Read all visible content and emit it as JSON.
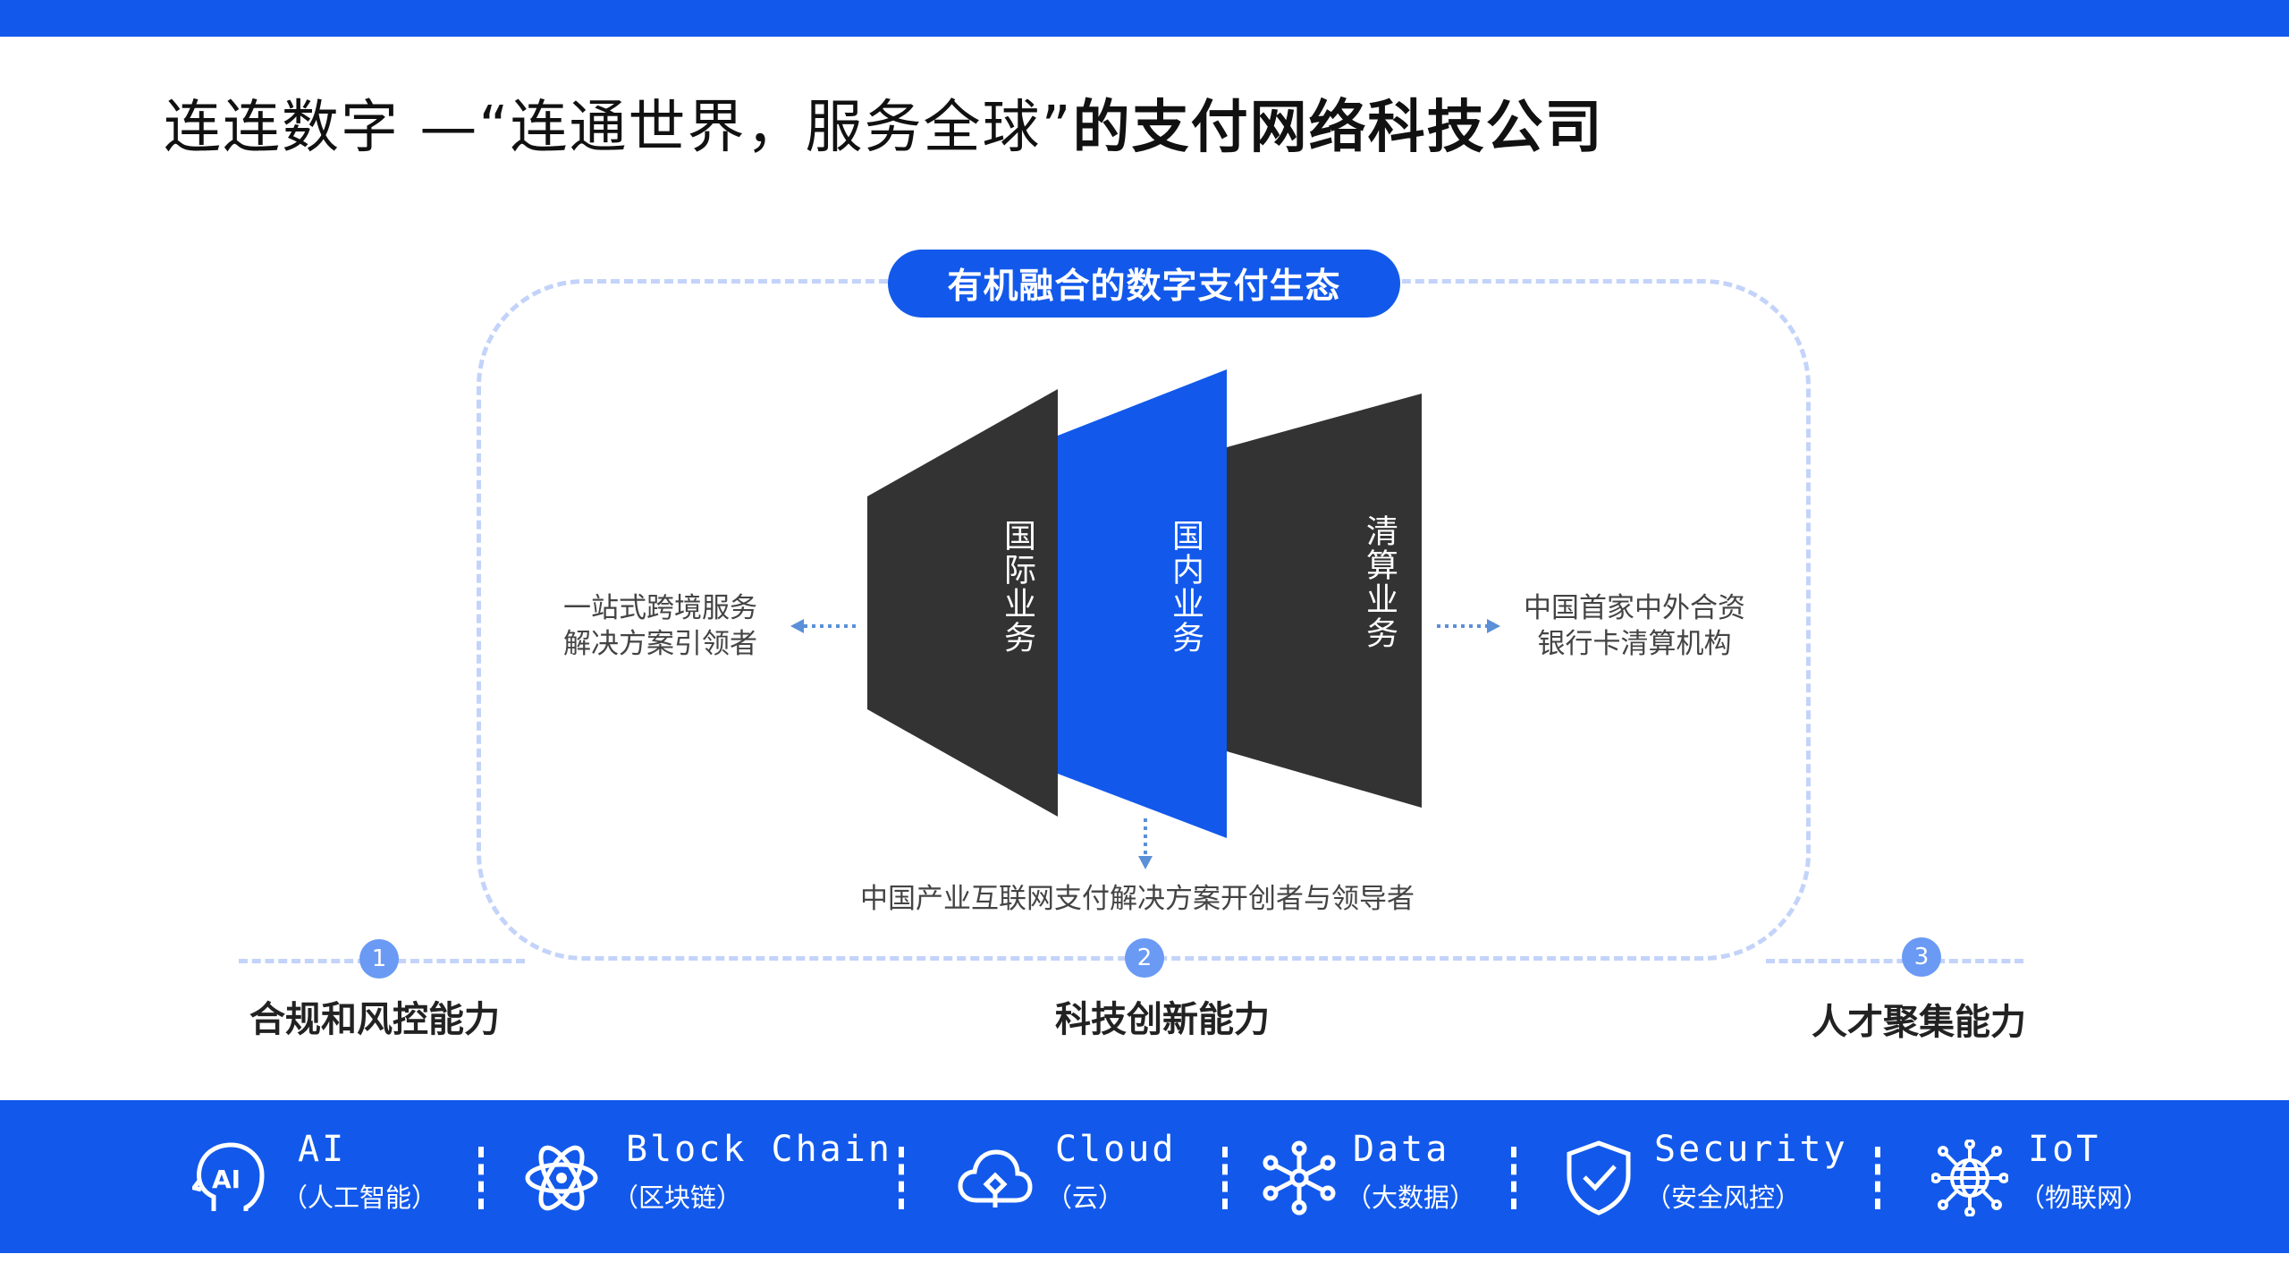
{
  "header": {
    "title_part1": "连连数字 —“连通世界，服务全球”",
    "title_part2": "的支付网络科技公司"
  },
  "ecosystem": {
    "pill_label": "有机融合的数字支付生态",
    "panels": [
      {
        "label": "国际业务",
        "color": "#333333"
      },
      {
        "label": "国内业务",
        "color": "#1259eb"
      },
      {
        "label": "清算业务",
        "color": "#333333"
      }
    ],
    "left_desc": [
      "一站式跨境服务",
      "解决方案引领者"
    ],
    "right_desc": [
      "中国首家中外合资",
      "银行卡清算机构"
    ],
    "bottom_desc": "中国产业互联网支付解决方案开创者与领导者"
  },
  "capabilities": [
    {
      "num": "1",
      "label": "合规和风控能力"
    },
    {
      "num": "2",
      "label": "科技创新能力"
    },
    {
      "num": "3",
      "label": "人才聚集能力"
    }
  ],
  "tech": [
    {
      "name": "AI",
      "sub": "（人工智能）",
      "icon": "ai-head-icon"
    },
    {
      "name": "Block Chain",
      "sub": "（区块链）",
      "icon": "atom-icon"
    },
    {
      "name": "Cloud",
      "sub": "（云）",
      "icon": "cloud-icon"
    },
    {
      "name": "Data",
      "sub": "（大数据）",
      "icon": "network-nodes-icon"
    },
    {
      "name": "Security",
      "sub": "（安全风控）",
      "icon": "shield-check-icon"
    },
    {
      "name": "IoT",
      "sub": "（物联网）",
      "icon": "globe-circuit-icon"
    }
  ],
  "colors": {
    "brand_blue": "#1259eb",
    "dark_panel": "#333333",
    "dashed_border": "#c3d3fa",
    "dot_blue": "#6a9af4"
  }
}
